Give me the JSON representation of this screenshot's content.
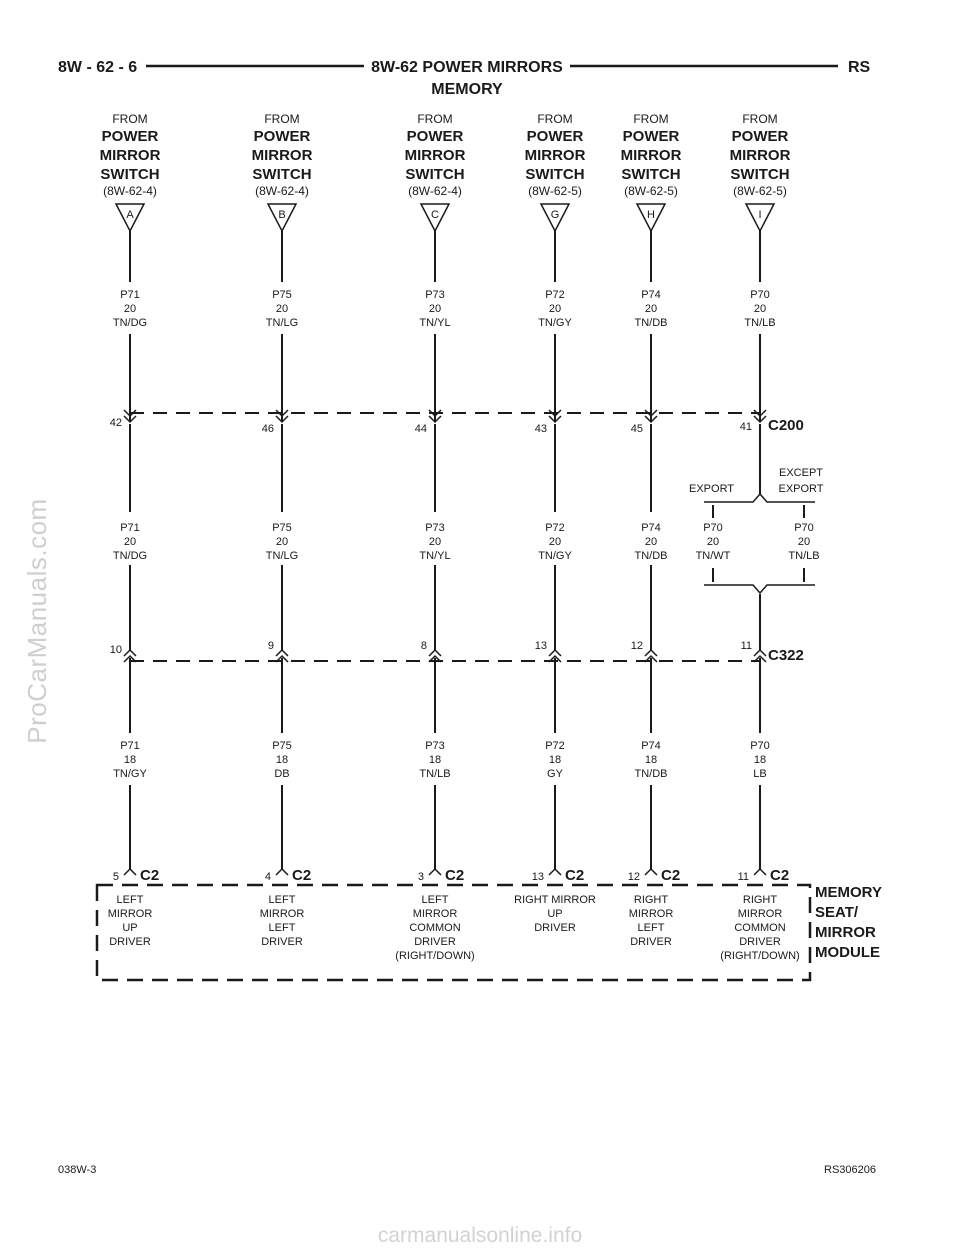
{
  "header": {
    "left": "8W - 62 - 6",
    "title_line1": "8W-62 POWER MIRRORS",
    "title_line2": "MEMORY",
    "right": "RS"
  },
  "columns": [
    {
      "from": "FROM",
      "source": [
        "POWER",
        "MIRROR",
        "SWITCH"
      ],
      "ref": "(8W-62-4)",
      "cav": "A",
      "w1": [
        "P71",
        "20",
        "TN/DG"
      ],
      "c200_pin": "42",
      "w2": [
        "P71",
        "20",
        "TN/DG"
      ],
      "c322_pin": "10",
      "w3": [
        "P71",
        "18",
        "TN/GY"
      ],
      "c2_pin": "5",
      "c2": "C2",
      "func": [
        "LEFT",
        "MIRROR",
        "UP",
        "DRIVER"
      ]
    },
    {
      "from": "FROM",
      "source": [
        "POWER",
        "MIRROR",
        "SWITCH"
      ],
      "ref": "(8W-62-4)",
      "cav": "B",
      "w1": [
        "P75",
        "20",
        "TN/LG"
      ],
      "c200_pin": "46",
      "w2": [
        "P75",
        "20",
        "TN/LG"
      ],
      "c322_pin": "9",
      "w3": [
        "P75",
        "18",
        "DB"
      ],
      "c2_pin": "4",
      "c2": "C2",
      "func": [
        "LEFT",
        "MIRROR",
        "LEFT",
        "DRIVER"
      ]
    },
    {
      "from": "FROM",
      "source": [
        "POWER",
        "MIRROR",
        "SWITCH"
      ],
      "ref": "(8W-62-4)",
      "cav": "C",
      "w1": [
        "P73",
        "20",
        "TN/YL"
      ],
      "c200_pin": "44",
      "w2": [
        "P73",
        "20",
        "TN/YL"
      ],
      "c322_pin": "8",
      "w3": [
        "P73",
        "18",
        "TN/LB"
      ],
      "c2_pin": "3",
      "c2": "C2",
      "func": [
        "LEFT",
        "MIRROR",
        "COMMON",
        "DRIVER",
        "(RIGHT/DOWN)"
      ]
    },
    {
      "from": "FROM",
      "source": [
        "POWER",
        "MIRROR",
        "SWITCH"
      ],
      "ref": "(8W-62-5)",
      "cav": "G",
      "w1": [
        "P72",
        "20",
        "TN/GY"
      ],
      "c200_pin": "43",
      "w2": [
        "P72",
        "20",
        "TN/GY"
      ],
      "c322_pin": "13",
      "w3": [
        "P72",
        "18",
        "GY"
      ],
      "c2_pin": "13",
      "c2": "C2",
      "func": [
        "RIGHT MIRROR",
        "UP",
        "DRIVER"
      ]
    },
    {
      "from": "FROM",
      "source": [
        "POWER",
        "MIRROR",
        "SWITCH"
      ],
      "ref": "(8W-62-5)",
      "cav": "H",
      "w1": [
        "P74",
        "20",
        "TN/DB"
      ],
      "c200_pin": "45",
      "w2": [
        "P74",
        "20",
        "TN/DB"
      ],
      "c322_pin": "12",
      "w3": [
        "P74",
        "18",
        "TN/DB"
      ],
      "c2_pin": "12",
      "c2": "C2",
      "func": [
        "RIGHT",
        "MIRROR",
        "LEFT",
        "DRIVER"
      ]
    },
    {
      "from": "FROM",
      "source": [
        "POWER",
        "MIRROR",
        "SWITCH"
      ],
      "ref": "(8W-62-5)",
      "cav": "I",
      "w1": [
        "P70",
        "20",
        "TN/LB"
      ],
      "c200_pin": "41",
      "c322_pin": "11",
      "w3": [
        "P70",
        "18",
        "LB"
      ],
      "c2_pin": "11",
      "c2": "C2",
      "func": [
        "RIGHT",
        "MIRROR",
        "COMMON",
        "DRIVER",
        "(RIGHT/DOWN)"
      ]
    }
  ],
  "connectors": {
    "c200": "C200",
    "c322": "C322"
  },
  "split": {
    "export_label": "EXPORT",
    "except_label": [
      "EXCEPT",
      "EXPORT"
    ],
    "export_wire": [
      "P70",
      "20",
      "TN/WT"
    ],
    "except_wire": [
      "P70",
      "20",
      "TN/LB"
    ]
  },
  "module": [
    "MEMORY",
    "SEAT/",
    "MIRROR",
    "MODULE"
  ],
  "footer": {
    "left": "038W-3",
    "right": "RS306206"
  },
  "watermark_side": "ProCarManuals.com",
  "watermark_bottom": "carmanualsonline.info",
  "colors": {
    "ink": "#1a1a1a",
    "watermark": "#cfcfcf"
  }
}
